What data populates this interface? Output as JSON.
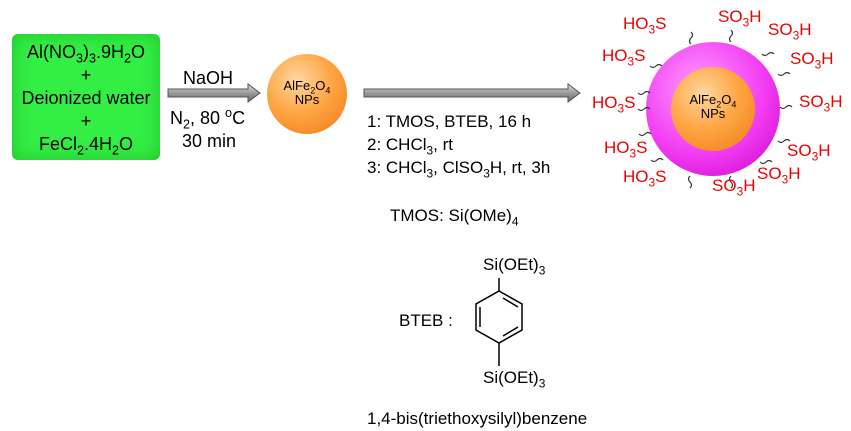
{
  "reactants_box": {
    "line1": "Al(NO",
    "line1_sub": "3",
    "line1_mid": ")",
    "line1_sub2": "3",
    "line1_end": ".9H",
    "line1_sub3": "2",
    "line1_tail": "O",
    "plus1": "+",
    "line2": "Deionized water",
    "plus2": "+",
    "line3": "FeCl",
    "line3_sub": "2",
    "line3_end": ".4H",
    "line3_sub2": "2",
    "line3_tail": "O"
  },
  "step1_conditions": {
    "reagent": "NaOH",
    "gas": "N",
    "gas_sub": "2",
    "temp": ", 80 ",
    "temp_sup": "o",
    "temp_unit": "C",
    "time": "30 min"
  },
  "nanoparticle": {
    "line1": "AlFe",
    "sub1": "2",
    "mid": "O",
    "sub2": "4",
    "line2": "NPs"
  },
  "step2_conditions": {
    "s1": "1: TMOS, BTEB, 16 h",
    "s2_pre": "2: CHCl",
    "s2_sub": "3",
    "s2_post": ", rt",
    "s3_pre": "3: CHCl",
    "s3_sub": "3",
    "s3_post": ", ClSO",
    "s3_sub2": "3",
    "s3_tail": "H, rt, 3h"
  },
  "tmos": {
    "pre": "TMOS: Si(OMe)",
    "sub": "4"
  },
  "functional_group": {
    "left_pre": "HO",
    "left_sub": "3",
    "left_post": "S",
    "right_pre": "SO",
    "right_sub": "3",
    "right_post": "H"
  },
  "bteb": {
    "label": "BTEB :",
    "top_pre": "Si(OEt)",
    "top_sub": "3",
    "bottom_pre": "Si(OEt)",
    "bottom_sub": "3",
    "name": "1,4-bis(triethoxysilyl)benzene"
  },
  "colors": {
    "green": "#33ee44",
    "orange": "#ffa645",
    "magenta": "#f23cf2",
    "red": "#ee0000"
  }
}
